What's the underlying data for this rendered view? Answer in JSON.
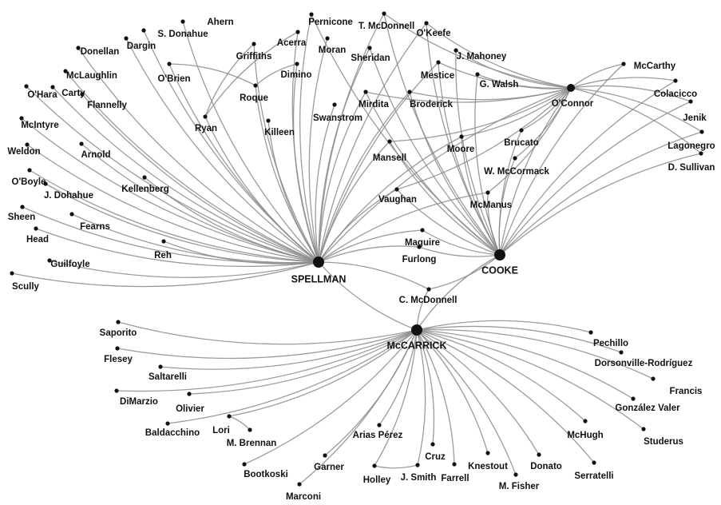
{
  "colors": {
    "edge": "#8a8a8a",
    "node": "#111111",
    "background": "#ffffff"
  },
  "hubs": [
    "SPELLMAN",
    "COOKE",
    "O'Connor",
    "McCARRICK"
  ],
  "nodes": [
    {
      "id": "SPELLMAN",
      "label": "SPELLMAN",
      "hub": true
    },
    {
      "id": "COOKE",
      "label": "COOKE",
      "hub": true
    },
    {
      "id": "McCARRICK",
      "label": "McCARRICK",
      "hub": true
    },
    {
      "id": "O'Connor",
      "label": "O'Connor"
    },
    {
      "id": "Ahern",
      "label": "Ahern"
    },
    {
      "id": "S. Donahue",
      "label": "S. Donahue"
    },
    {
      "id": "Donellan",
      "label": "Donellan"
    },
    {
      "id": "Dargin",
      "label": "Dargin"
    },
    {
      "id": "Griffiths",
      "label": "Griffiths"
    },
    {
      "id": "Acerra",
      "label": "Acerra"
    },
    {
      "id": "Moran",
      "label": "Moran"
    },
    {
      "id": "Pernicone",
      "label": "Pernicone"
    },
    {
      "id": "T. McDonnell",
      "label": "T. McDonnell"
    },
    {
      "id": "O'Keefe",
      "label": "O'Keefe"
    },
    {
      "id": "Sheridan",
      "label": "Sheridan"
    },
    {
      "id": "J. Mahoney",
      "label": "J. Mahoney"
    },
    {
      "id": "McCarthy",
      "label": "McCarthy"
    },
    {
      "id": "McLaughlin",
      "label": "McLaughlin"
    },
    {
      "id": "O'Brien",
      "label": "O'Brien"
    },
    {
      "id": "Dimino",
      "label": "Dimino"
    },
    {
      "id": "Mestice",
      "label": "Mestice"
    },
    {
      "id": "G. Walsh",
      "label": "G. Walsh"
    },
    {
      "id": "Colacicco",
      "label": "Colacicco"
    },
    {
      "id": "O'Hara",
      "label": "O'Hara"
    },
    {
      "id": "Carty",
      "label": "Carty"
    },
    {
      "id": "Flannelly",
      "label": "Flannelly"
    },
    {
      "id": "Roque",
      "label": "Roque"
    },
    {
      "id": "Mirdita",
      "label": "Mirdita"
    },
    {
      "id": "Broderick",
      "label": "Broderick"
    },
    {
      "id": "Jenik",
      "label": "Jenik"
    },
    {
      "id": "Swanstrom",
      "label": "Swanstrom"
    },
    {
      "id": "McIntyre",
      "label": "McIntyre"
    },
    {
      "id": "Ryan",
      "label": "Ryan"
    },
    {
      "id": "Killeen",
      "label": "Killeen"
    },
    {
      "id": "Lagonegro",
      "label": "Lagonegro"
    },
    {
      "id": "Brucato",
      "label": "Brucato"
    },
    {
      "id": "Moore",
      "label": "Moore"
    },
    {
      "id": "Mansell",
      "label": "Mansell"
    },
    {
      "id": "Weldon",
      "label": "Weldon"
    },
    {
      "id": "Arnold",
      "label": "Arnold"
    },
    {
      "id": "D. Sullivan",
      "label": "D. Sullivan"
    },
    {
      "id": "W. McCormack",
      "label": "W. McCormack"
    },
    {
      "id": "O'Boyle",
      "label": "O'Boyle"
    },
    {
      "id": "Kellenberg",
      "label": "Kellenberg"
    },
    {
      "id": "J. Dohahue",
      "label": "J. Dohahue"
    },
    {
      "id": "Vaughan",
      "label": "Vaughan"
    },
    {
      "id": "McManus",
      "label": "McManus"
    },
    {
      "id": "Sheen",
      "label": "Sheen"
    },
    {
      "id": "Fearns",
      "label": "Fearns"
    },
    {
      "id": "Head",
      "label": "Head"
    },
    {
      "id": "Maguire",
      "label": "Maguire"
    },
    {
      "id": "Reh",
      "label": "Reh"
    },
    {
      "id": "Furlong",
      "label": "Furlong"
    },
    {
      "id": "Guilfoyle",
      "label": "Guilfoyle"
    },
    {
      "id": "Scully",
      "label": "Scully"
    },
    {
      "id": "C. McDonnell",
      "label": "C. McDonnell"
    },
    {
      "id": "Saporito",
      "label": "Saporito"
    },
    {
      "id": "Pechillo",
      "label": "Pechillo"
    },
    {
      "id": "Flesey",
      "label": "Flesey"
    },
    {
      "id": "Dorsonville-Rodríguez",
      "label": "Dorsonville-Rodríguez"
    },
    {
      "id": "Saltarelli",
      "label": "Saltarelli"
    },
    {
      "id": "Francis",
      "label": "Francis"
    },
    {
      "id": "DiMarzio",
      "label": "DiMarzio"
    },
    {
      "id": "González Valer",
      "label": "González Valer"
    },
    {
      "id": "Olivier",
      "label": "Olivier"
    },
    {
      "id": "Baldacchino",
      "label": "Baldacchino"
    },
    {
      "id": "Lori",
      "label": "Lori"
    },
    {
      "id": "M. Brennan",
      "label": "M. Brennan"
    },
    {
      "id": "Arias Pérez",
      "label": "Arias Pérez"
    },
    {
      "id": "McHugh",
      "label": "McHugh"
    },
    {
      "id": "Studerus",
      "label": "Studerus"
    },
    {
      "id": "Cruz",
      "label": "Cruz"
    },
    {
      "id": "Bootkoski",
      "label": "Bootkoski"
    },
    {
      "id": "Garner",
      "label": "Garner"
    },
    {
      "id": "Knestout",
      "label": "Knestout"
    },
    {
      "id": "Donato",
      "label": "Donato"
    },
    {
      "id": "Holley",
      "label": "Holley"
    },
    {
      "id": "J. Smith",
      "label": "J. Smith"
    },
    {
      "id": "Farrell",
      "label": "Farrell"
    },
    {
      "id": "M. Fisher",
      "label": "M. Fisher"
    },
    {
      "id": "Serratelli",
      "label": "Serratelli"
    },
    {
      "id": "Marconi",
      "label": "Marconi"
    }
  ],
  "edges": [
    [
      "Ahern",
      "SPELLMAN"
    ],
    [
      "S. Donahue",
      "SPELLMAN"
    ],
    [
      "Donellan",
      "SPELLMAN"
    ],
    [
      "Dargin",
      "SPELLMAN"
    ],
    [
      "Griffiths",
      "SPELLMAN"
    ],
    [
      "Acerra",
      "SPELLMAN"
    ],
    [
      "Moran",
      "SPELLMAN"
    ],
    [
      "Pernicone",
      "SPELLMAN"
    ],
    [
      "Sheridan",
      "SPELLMAN"
    ],
    [
      "McLaughlin",
      "SPELLMAN"
    ],
    [
      "O'Brien",
      "SPELLMAN"
    ],
    [
      "Dimino",
      "SPELLMAN"
    ],
    [
      "O'Hara",
      "SPELLMAN"
    ],
    [
      "Carty",
      "SPELLMAN"
    ],
    [
      "Flannelly",
      "SPELLMAN"
    ],
    [
      "Roque",
      "SPELLMAN"
    ],
    [
      "Mirdita",
      "SPELLMAN"
    ],
    [
      "Swanstrom",
      "SPELLMAN"
    ],
    [
      "McIntyre",
      "SPELLMAN"
    ],
    [
      "Ryan",
      "SPELLMAN"
    ],
    [
      "Killeen",
      "SPELLMAN"
    ],
    [
      "Weldon",
      "SPELLMAN"
    ],
    [
      "Arnold",
      "SPELLMAN"
    ],
    [
      "O'Boyle",
      "SPELLMAN"
    ],
    [
      "Kellenberg",
      "SPELLMAN"
    ],
    [
      "J. Dohahue",
      "SPELLMAN"
    ],
    [
      "Sheen",
      "SPELLMAN"
    ],
    [
      "Fearns",
      "SPELLMAN"
    ],
    [
      "Head",
      "SPELLMAN"
    ],
    [
      "Reh",
      "SPELLMAN"
    ],
    [
      "Guilfoyle",
      "SPELLMAN"
    ],
    [
      "Scully",
      "SPELLMAN"
    ],
    [
      "Mansell",
      "SPELLMAN"
    ],
    [
      "Vaughan",
      "SPELLMAN"
    ],
    [
      "Maguire",
      "SPELLMAN"
    ],
    [
      "Furlong",
      "SPELLMAN"
    ],
    [
      "Broderick",
      "SPELLMAN"
    ],
    [
      "Moore",
      "SPELLMAN"
    ],
    [
      "O'Connor",
      "SPELLMAN"
    ],
    [
      "McManus",
      "SPELLMAN"
    ],
    [
      "Mestice",
      "SPELLMAN"
    ],
    [
      "T. McDonnell",
      "SPELLMAN"
    ],
    [
      "O'Keefe",
      "SPELLMAN"
    ],
    [
      "Maguire",
      "COOKE"
    ],
    [
      "Furlong",
      "COOKE"
    ],
    [
      "Vaughan",
      "COOKE"
    ],
    [
      "McManus",
      "COOKE"
    ],
    [
      "W. McCormack",
      "COOKE"
    ],
    [
      "Brucato",
      "COOKE"
    ],
    [
      "Moore",
      "COOKE"
    ],
    [
      "Mansell",
      "COOKE"
    ],
    [
      "Broderick",
      "COOKE"
    ],
    [
      "Mestice",
      "COOKE"
    ],
    [
      "G. Walsh",
      "COOKE"
    ],
    [
      "J. Mahoney",
      "COOKE"
    ],
    [
      "O'Keefe",
      "COOKE"
    ],
    [
      "T. McDonnell",
      "COOKE"
    ],
    [
      "Pernicone",
      "COOKE"
    ],
    [
      "Sheridan",
      "COOKE"
    ],
    [
      "Mirdita",
      "COOKE"
    ],
    [
      "O'Connor",
      "COOKE"
    ],
    [
      "McCarthy",
      "COOKE"
    ],
    [
      "Colacicco",
      "COOKE"
    ],
    [
      "Jenik",
      "COOKE"
    ],
    [
      "Lagonegro",
      "COOKE"
    ],
    [
      "D. Sullivan",
      "COOKE"
    ],
    [
      "McCarthy",
      "O'Connor"
    ],
    [
      "Colacicco",
      "O'Connor"
    ],
    [
      "Jenik",
      "O'Connor"
    ],
    [
      "Lagonegro",
      "O'Connor"
    ],
    [
      "D. Sullivan",
      "O'Connor"
    ],
    [
      "J. Mahoney",
      "O'Connor"
    ],
    [
      "G. Walsh",
      "O'Connor"
    ],
    [
      "Mestice",
      "O'Connor"
    ],
    [
      "O'Keefe",
      "O'Connor"
    ],
    [
      "T. McDonnell",
      "O'Connor"
    ],
    [
      "Brucato",
      "O'Connor"
    ],
    [
      "W. McCormack",
      "O'Connor"
    ],
    [
      "Broderick",
      "O'Connor"
    ],
    [
      "Moore",
      "O'Connor"
    ],
    [
      "McManus",
      "O'Connor"
    ],
    [
      "Vaughan",
      "O'Connor"
    ],
    [
      "Mansell",
      "O'Connor"
    ],
    [
      "Mirdita",
      "O'Connor"
    ],
    [
      "Griffiths",
      "Ryan"
    ],
    [
      "Acerra",
      "Ryan"
    ],
    [
      "Roque",
      "O'Brien"
    ],
    [
      "Dimino",
      "Roque"
    ],
    [
      "C. McDonnell",
      "SPELLMAN"
    ],
    [
      "C. McDonnell",
      "COOKE"
    ],
    [
      "C. McDonnell",
      "McCARRICK"
    ],
    [
      "COOKE",
      "McCARRICK"
    ],
    [
      "SPELLMAN",
      "McCARRICK"
    ],
    [
      "Saporito",
      "McCARRICK"
    ],
    [
      "Pechillo",
      "McCARRICK"
    ],
    [
      "Flesey",
      "McCARRICK"
    ],
    [
      "Dorsonville-Rodríguez",
      "McCARRICK"
    ],
    [
      "Saltarelli",
      "McCARRICK"
    ],
    [
      "Francis",
      "McCARRICK"
    ],
    [
      "DiMarzio",
      "McCARRICK"
    ],
    [
      "González Valer",
      "McCARRICK"
    ],
    [
      "Olivier",
      "McCARRICK"
    ],
    [
      "Baldacchino",
      "McCARRICK"
    ],
    [
      "Lori",
      "McCARRICK"
    ],
    [
      "M. Brennan",
      "Lori"
    ],
    [
      "Arias Pérez",
      "McCARRICK"
    ],
    [
      "McHugh",
      "McCARRICK"
    ],
    [
      "Studerus",
      "McCARRICK"
    ],
    [
      "Cruz",
      "McCARRICK"
    ],
    [
      "Bootkoski",
      "McCARRICK"
    ],
    [
      "Garner",
      "McCARRICK"
    ],
    [
      "Knestout",
      "McCARRICK"
    ],
    [
      "Donato",
      "McCARRICK"
    ],
    [
      "Holley",
      "McCARRICK"
    ],
    [
      "J. Smith",
      "McCARRICK"
    ],
    [
      "Farrell",
      "McCARRICK"
    ],
    [
      "M. Fisher",
      "McCARRICK"
    ],
    [
      "Serratelli",
      "McCARRICK"
    ],
    [
      "Marconi",
      "McCARRICK"
    ],
    [
      "Holley",
      "J. Smith"
    ]
  ]
}
